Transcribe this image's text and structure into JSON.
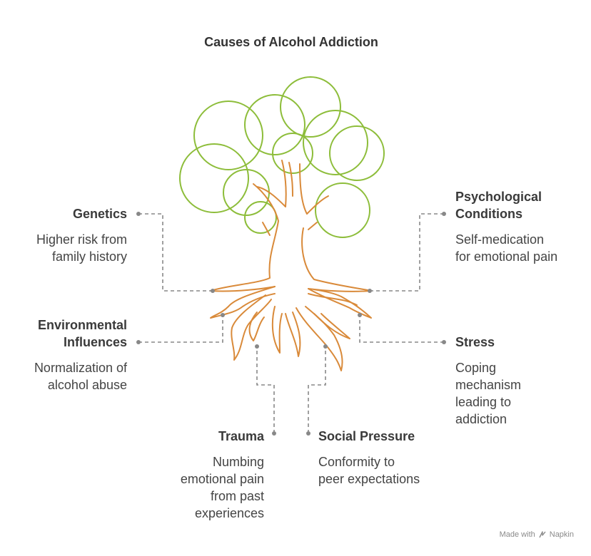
{
  "title": "Causes of Alcohol Addiction",
  "colors": {
    "foliage": "#8dbd3a",
    "roots": "#d98a3a",
    "connector": "#888888",
    "text": "#3a3a3a"
  },
  "causes": {
    "genetics": {
      "heading": "Genetics",
      "description": "Higher risk from\nfamily history"
    },
    "psychological": {
      "heading": "Psychological\nConditions",
      "description": "Self-medication\nfor emotional pain"
    },
    "environmental": {
      "heading": "Environmental\nInfluences",
      "description": "Normalization of\nalcohol abuse"
    },
    "stress": {
      "heading": "Stress",
      "description": "Coping\nmechanism\nleading to\naddiction"
    },
    "trauma": {
      "heading": "Trauma",
      "description": "Numbing\nemotional pain\nfrom past\nexperiences"
    },
    "social": {
      "heading": "Social Pressure",
      "description": "Conformity to\npeer expectations"
    }
  },
  "footer": {
    "text": "Made with",
    "brand": "Napkin",
    "icon": "napkin-logo-icon"
  }
}
